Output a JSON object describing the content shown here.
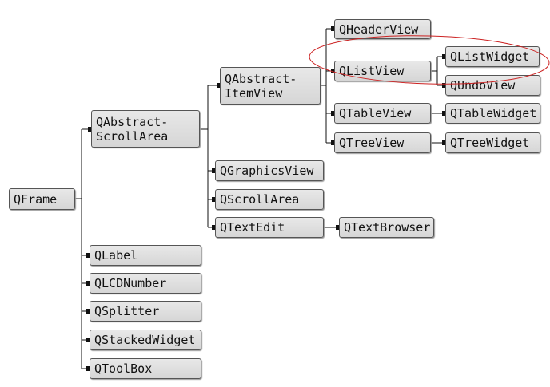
{
  "nodes": {
    "qframe": "QFrame",
    "qabstractscrollarea": "QAbstract-\nScrollArea",
    "qabstractitemview": "QAbstract-\nItemView",
    "qheaderview": "QHeaderView",
    "qlistview": "QListView",
    "qlistwidget": "QListWidget",
    "qundoview": "QUndoView",
    "qtableview": "QTableView",
    "qtablewidget": "QTableWidget",
    "qtreeview": "QTreeView",
    "qtreewidget": "QTreeWidget",
    "qgraphicsview": "QGraphicsView",
    "qscrollarea": "QScrollArea",
    "qtextedit": "QTextEdit",
    "qtextbrowser": "QTextBrowser",
    "qlabel": "QLabel",
    "qlcdnumber": "QLCDNumber",
    "qsplitter": "QSplitter",
    "qstackedwidget": "QStackedWidget",
    "qtoolbox": "QToolBox"
  },
  "colors": {
    "connector": "#111111",
    "highlight_ellipse": "#cc2222",
    "node_border": "#555555",
    "node_fill": "#dcdcdc"
  }
}
